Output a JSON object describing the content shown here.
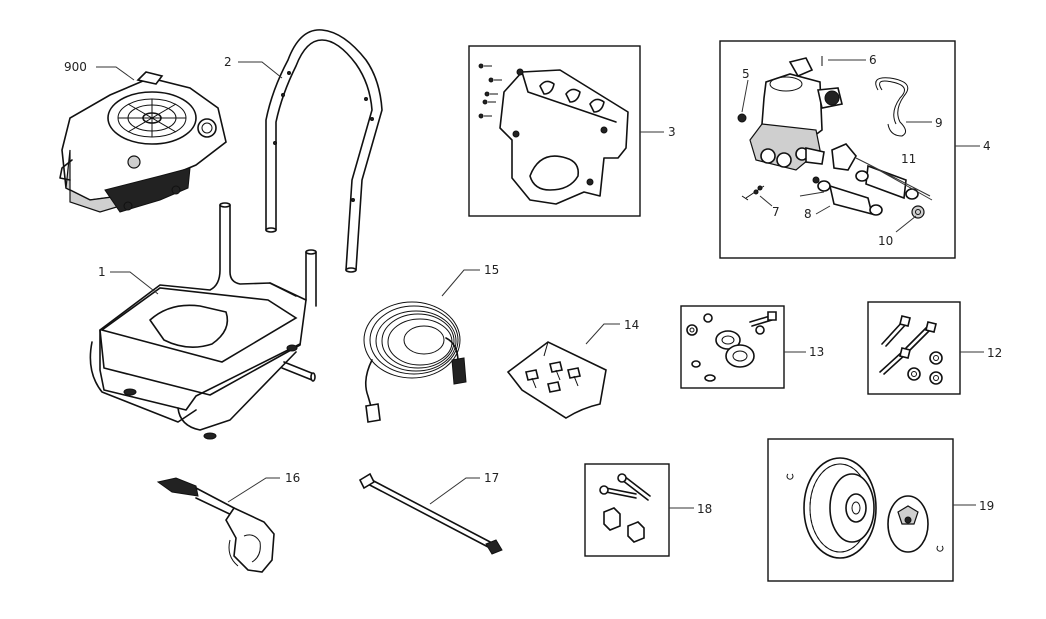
{
  "callouts": {
    "c900": "900",
    "c1": "1",
    "c2": "2",
    "c3": "3",
    "c4": "4",
    "c5": "5",
    "c6": "6",
    "c7": "7",
    "c8": "8",
    "c9": "9",
    "c10": "10",
    "c11": "11",
    "c12": "12",
    "c13": "13",
    "c14": "14",
    "c15": "15",
    "c16": "16",
    "c17": "17",
    "c18": "18",
    "c19": "19"
  },
  "colors": {
    "line": "#111111",
    "background": "#ffffff"
  }
}
